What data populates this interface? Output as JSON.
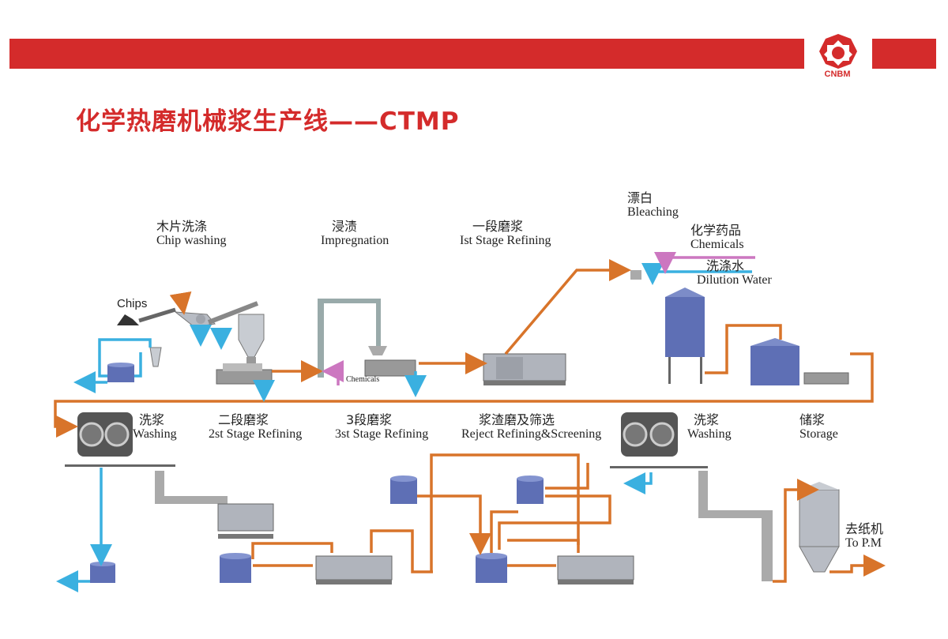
{
  "brand": {
    "logo_text": "CNBM",
    "accent": "#d42b2b"
  },
  "title": "化学热磨机械浆生产线——CTMP",
  "stages": {
    "chip_washing": {
      "zh": "木片洗涤",
      "en": "Chip washing"
    },
    "impregnation": {
      "zh": "浸渍",
      "en": "Impregnation"
    },
    "first_refining": {
      "zh": "一段磨浆",
      "en": "Ist Stage Refining"
    },
    "bleaching": {
      "zh": "漂白",
      "en": "Bleaching"
    },
    "chemicals": {
      "zh": "化学药品",
      "en": "Chemicals"
    },
    "dilution_water": {
      "zh": "洗涤水",
      "en": "Dilution Water"
    },
    "washing_1": {
      "zh": "洗浆",
      "en": "Washing"
    },
    "second_refining": {
      "zh": "二段磨浆",
      "en": "2st Stage Refining"
    },
    "third_refining": {
      "zh": "3段磨浆",
      "en": "3st Stage Refining"
    },
    "reject_refining": {
      "zh": "浆渣磨及筛选",
      "en": "Reject Refining&Screening"
    },
    "washing_2": {
      "zh": "洗浆",
      "en": "Washing"
    },
    "storage": {
      "zh": "储浆",
      "en": "Storage"
    },
    "to_pm": {
      "zh": "去纸机",
      "en": "To P.M"
    }
  },
  "chips_label": "Chips",
  "chemicals_small": "Chemicals",
  "colors": {
    "pulp_line": "#d8742a",
    "water_line": "#3ab0e0",
    "chemical_line": "#cc77c0",
    "equipment": "#5e6fb5",
    "frame": "#8a8a8a"
  }
}
